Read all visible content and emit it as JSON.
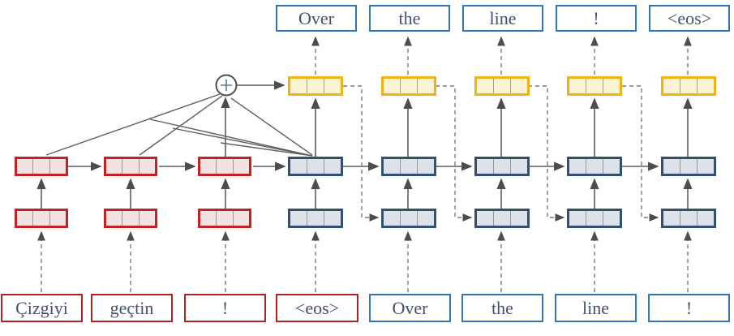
{
  "source_words": [
    "Çizgiyi",
    "geçtin",
    "!",
    "<eos>"
  ],
  "target_input_words": [
    "Over",
    "the",
    "line",
    "!"
  ],
  "output_words": [
    "Over",
    "the",
    "line",
    "!",
    "<eos>"
  ],
  "icons": {
    "sum_icon": "+"
  },
  "colors": {
    "encoder_border": "#c32222",
    "encoder_fill": "#f2e3e3",
    "decoder_border": "#33506e",
    "decoder_fill": "#dde2ea",
    "attention_border": "#efb217",
    "attention_fill": "#fcf3d3",
    "source_word_border": "#b22020",
    "target_word_border": "#2e75b6",
    "wire": "#5f5f5f",
    "text": "#44506a",
    "plus_vertical": "#4472c4"
  }
}
